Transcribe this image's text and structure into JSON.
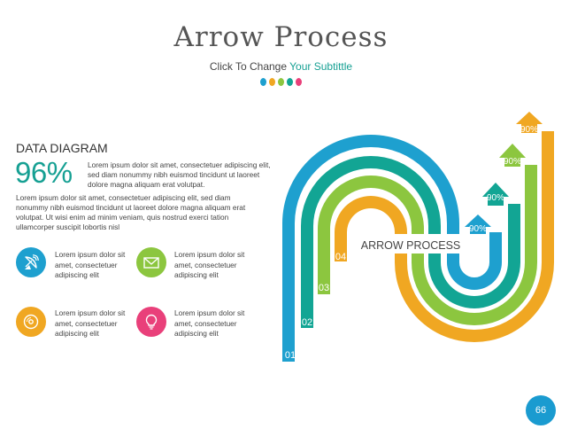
{
  "header": {
    "title": "Arrow Process",
    "subtitle_prefix": "Click To Change ",
    "subtitle_accent": "Your Subtittle",
    "dot_colors": [
      "#1ea0cf",
      "#f0a722",
      "#8cc63f",
      "#12a594",
      "#e9407a"
    ]
  },
  "left": {
    "heading": "DATA DIAGRAM",
    "percent": "96%",
    "intro": "Lorem ipsum dolor sit amet, consectetuer adipiscing elit, sed diam nonummy nibh euismod tincidunt ut laoreet dolore magna aliquam erat volutpat.",
    "body": "Lorem ipsum dolor sit amet, consectetuer adipiscing elit, sed diam nonummy nibh euismod tincidunt ut laoreet dolore magna aliquam erat volutpat. Ut wisi enim ad minim veniam, quis nostrud exerci tation ullamcorper suscipit lobortis nisl",
    "features": [
      {
        "icon": "satellite-dish-icon",
        "color": "#1ea0cf",
        "text": "Lorem ipsum dolor sit amet, consectetuer adipiscing elit"
      },
      {
        "icon": "envelope-icon",
        "color": "#8cc63f",
        "text": "Lorem ipsum dolor sit amet, consectetuer adipiscing elit"
      },
      {
        "icon": "disc-icon",
        "color": "#f0a722",
        "text": "Lorem ipsum dolor sit amet, consectetuer adipiscing elit"
      },
      {
        "icon": "lightbulb-icon",
        "color": "#e9407a",
        "text": "Lorem ipsum dolor sit amet, consectetuer adipiscing elit"
      }
    ]
  },
  "diagram": {
    "center_label": "ARROW PROCESS",
    "steps": [
      {
        "num": "01",
        "value": "90%",
        "color": "#1ea0cf"
      },
      {
        "num": "02",
        "value": "90%",
        "color": "#12a594"
      },
      {
        "num": "03",
        "value": "90%",
        "color": "#8cc63f"
      },
      {
        "num": "04",
        "value": "90%",
        "color": "#f0a722"
      }
    ]
  },
  "page_number": "66"
}
